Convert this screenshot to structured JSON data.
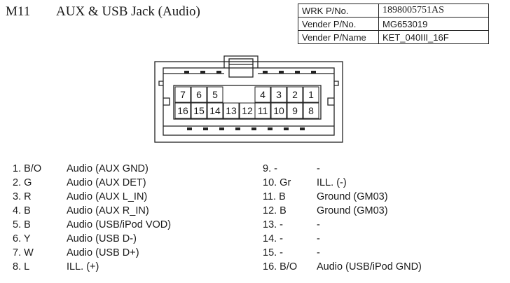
{
  "header": {
    "code": "M11",
    "name": "AUX & USB Jack (Audio)"
  },
  "info_table": [
    {
      "key": "WRK P/No.",
      "value": "1898005751AS"
    },
    {
      "key": "Vender P/No.",
      "value": "MG653019"
    },
    {
      "key": "Vender P/Name",
      "value": "KET_040III_16F"
    }
  ],
  "connector": {
    "top_row": [
      "7",
      "6",
      "5",
      "",
      "",
      "4",
      "3",
      "2",
      "1"
    ],
    "bottom_row": [
      "16",
      "15",
      "14",
      "13",
      "12",
      "11",
      "10",
      "9",
      "8"
    ]
  },
  "pins_left": [
    {
      "num": "1. B/O",
      "desc": "Audio (AUX GND)"
    },
    {
      "num": "2. G",
      "desc": "Audio (AUX DET)"
    },
    {
      "num": "3. R",
      "desc": "Audio (AUX L_IN)"
    },
    {
      "num": "4. B",
      "desc": "Audio (AUX R_IN)"
    },
    {
      "num": "5. B",
      "desc": "Audio (USB/iPod VOD)"
    },
    {
      "num": "6. Y",
      "desc": "Audio (USB D-)"
    },
    {
      "num": "7. W",
      "desc": "Audio (USB D+)"
    },
    {
      "num": "8. L",
      "desc": "ILL. (+)"
    }
  ],
  "pins_right": [
    {
      "num": "9. -",
      "desc": "-"
    },
    {
      "num": "10. Gr",
      "desc": "ILL. (-)"
    },
    {
      "num": "11. B",
      "desc": "Ground (GM03)"
    },
    {
      "num": "12. B",
      "desc": "Ground (GM03)"
    },
    {
      "num": "13. -",
      "desc": "-"
    },
    {
      "num": "14. -",
      "desc": "-"
    },
    {
      "num": "15. -",
      "desc": "-"
    },
    {
      "num": "16. B/O",
      "desc": "Audio (USB/iPod GND)"
    }
  ]
}
